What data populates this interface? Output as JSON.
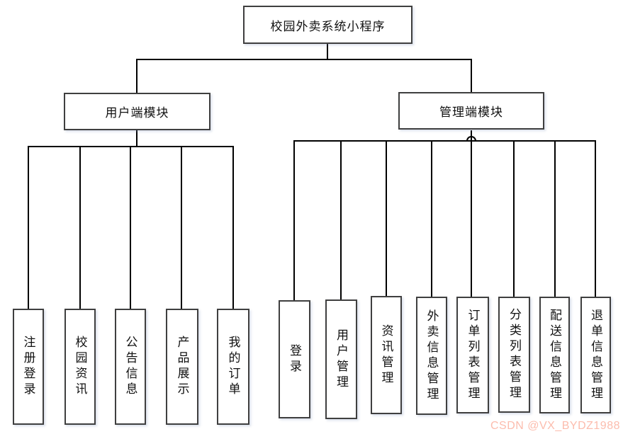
{
  "diagram": {
    "root": {
      "label": "校园外卖系统小程序"
    },
    "branches": [
      {
        "label": "用户端模块",
        "children": [
          "注册登录",
          "校园资讯",
          "公告信息",
          "产品展示",
          "我的订单"
        ]
      },
      {
        "label": "管理端模块",
        "children": [
          "登录",
          "用户管理",
          "资讯管理",
          "外卖信息管理",
          "订单列表管理",
          "分类列表管理",
          "配送信息管理",
          "退单信息管理"
        ]
      }
    ]
  },
  "watermark": {
    "text": "CSDN @VX_BYDZ1988"
  },
  "colors": {
    "background": "#ffffff",
    "connector_line": "#000000",
    "box_border": "#3f3f3f",
    "box_fill": "#ffffff",
    "text": "#111111",
    "watermark": "#f98569"
  }
}
